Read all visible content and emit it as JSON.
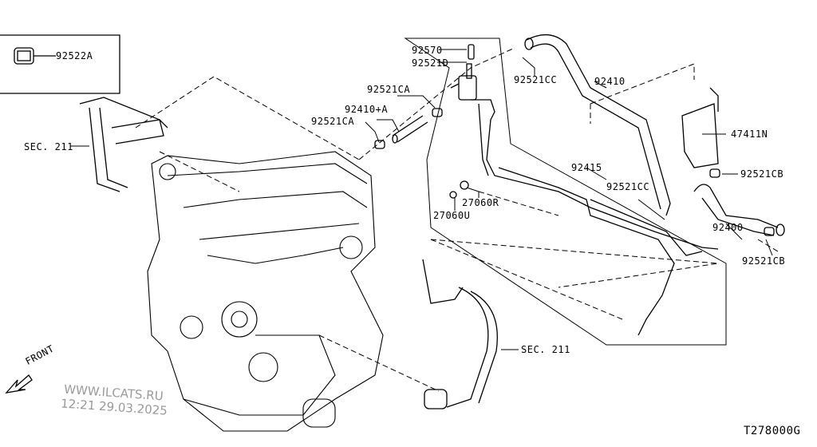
{
  "diagram": {
    "code": "T278000G",
    "direction_label": "FRONT",
    "watermark": {
      "line1": "WWW.ILCATS.RU",
      "line2": "12:21 29.03.2025"
    },
    "parts": {
      "p92522A": "92522A",
      "sec211_left": "SEC. 211",
      "sec211_bottom": "SEC. 211",
      "p92570": "92570",
      "p92521D": "92521D",
      "p92521CA_top": "92521CA",
      "p92410A": "92410+A",
      "p92521CA_low": "92521CA",
      "p92521CC_top": "92521CC",
      "p92410": "92410",
      "p47411N": "47411N",
      "p92415": "92415",
      "p92521CC_mid": "92521CC",
      "p92521CB_top": "92521CB",
      "p27060R": "27060R",
      "p27060U": "27060U",
      "p92400": "92400",
      "p92521CB_low": "92521CB"
    }
  }
}
